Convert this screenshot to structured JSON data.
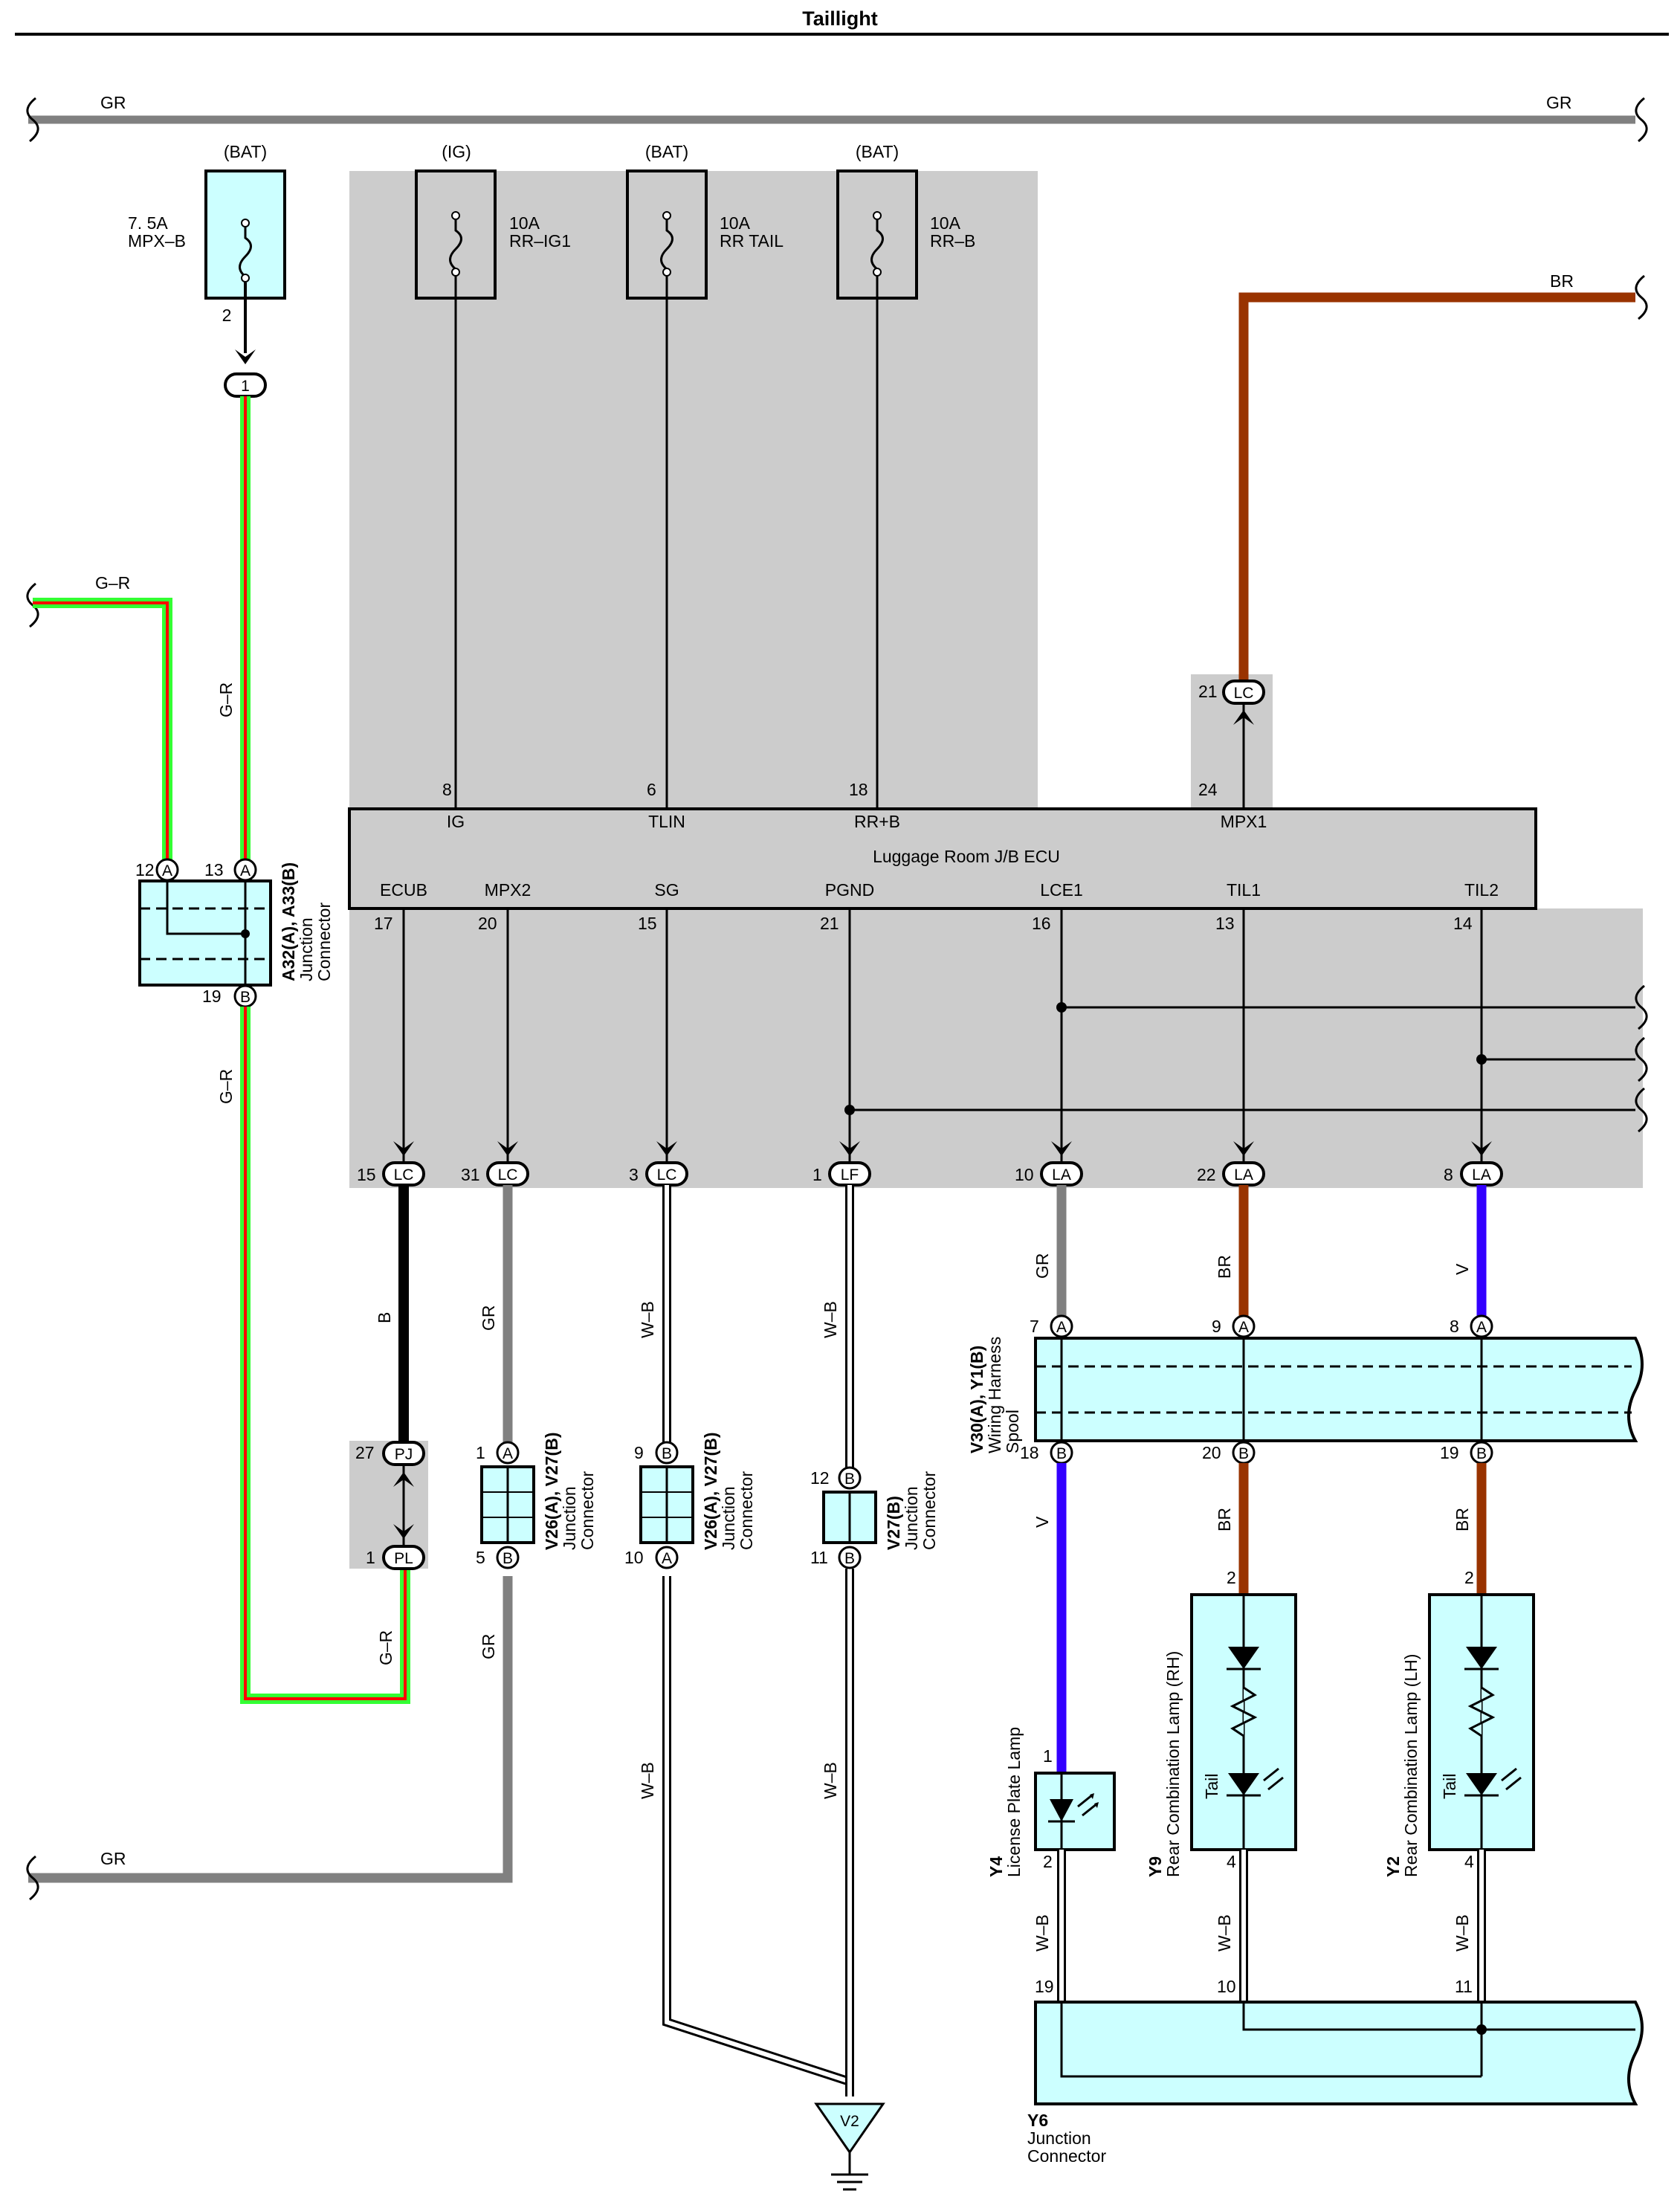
{
  "title": "Taillight",
  "wires": {
    "gr_top_left": "GR",
    "gr_top_right": "GR",
    "br_top": "BR",
    "gr_left_in": "G–R",
    "gr_v1": "G–R",
    "gr_v2": "G–R",
    "gr_v3": "G–R",
    "b": "B",
    "gr_ecu_mpx2": "GR",
    "gr_below_v26": "GR",
    "gr_bottom_left": "GR",
    "wb_sg1": "W–B",
    "wb_sg2": "W–B",
    "wb_pgnd1": "W–B",
    "wb_pgnd2": "W–B",
    "gr_la10": "GR",
    "br_la22": "BR",
    "v_la8": "V",
    "v_y4": "V",
    "br_y9": "BR",
    "br_y2": "BR",
    "wb_y4": "W–B",
    "wb_y9": "W–B",
    "wb_y2": "W–B"
  },
  "fuses": [
    {
      "source": "(BAT)",
      "rating": "7. 5A",
      "name": "MPX–B",
      "pin": "2"
    },
    {
      "source": "(IG)",
      "rating": "10A",
      "name": "RR–IG1"
    },
    {
      "source": "(BAT)",
      "rating": "10A",
      "name": "RR TAIL"
    },
    {
      "source": "(BAT)",
      "rating": "10A",
      "name": "RR–B"
    }
  ],
  "ecu": {
    "name": "Luggage Room J/B ECU",
    "top_pins": [
      {
        "num": "8",
        "name": "IG"
      },
      {
        "num": "6",
        "name": "TLIN"
      },
      {
        "num": "18",
        "name": "RR+B"
      },
      {
        "num": "24",
        "name": "MPX1"
      }
    ],
    "bottom_pins": [
      {
        "num": "17",
        "name": "ECUB"
      },
      {
        "num": "20",
        "name": "MPX2"
      },
      {
        "num": "15",
        "name": "SG"
      },
      {
        "num": "21",
        "name": "PGND"
      },
      {
        "num": "16",
        "name": "LCE1"
      },
      {
        "num": "13",
        "name": "TIL1"
      },
      {
        "num": "14",
        "name": "TIL2"
      }
    ]
  },
  "connectors": {
    "c1": {
      "code": "1"
    },
    "lc21": {
      "code": "LC",
      "pin": "21"
    },
    "lc15": {
      "code": "LC",
      "pin": "15"
    },
    "lc31": {
      "code": "LC",
      "pin": "31"
    },
    "lc3": {
      "code": "LC",
      "pin": "3"
    },
    "lf1": {
      "code": "LF",
      "pin": "1"
    },
    "la10": {
      "code": "LA",
      "pin": "10"
    },
    "la22": {
      "code": "LA",
      "pin": "22"
    },
    "la8": {
      "code": "LA",
      "pin": "8"
    },
    "pj27": {
      "code": "PJ",
      "pin": "27"
    },
    "pl1": {
      "code": "PL",
      "pin": "1"
    }
  },
  "junctions": {
    "a32": {
      "name": "A32(A), A33(B)",
      "desc1": "Junction",
      "desc2": "Connector",
      "pin_a12": "12",
      "pin_a13": "13",
      "pin_b19": "19",
      "a": "A",
      "b": "B"
    },
    "v26_1": {
      "name": "V26(A), V27(B)",
      "desc1": "Junction",
      "desc2": "Connector",
      "pin_top": "1",
      "pin_bot": "5",
      "top": "A",
      "bot": "B"
    },
    "v26_2": {
      "name": "V26(A), V27(B)",
      "desc1": "Junction",
      "desc2": "Connector",
      "pin_top": "9",
      "pin_bot": "10",
      "top": "B",
      "bot": "A"
    },
    "v27": {
      "name": "V27(B)",
      "desc1": "Junction",
      "desc2": "Connector",
      "pin_top": "12",
      "pin_bot": "11",
      "top": "B",
      "bot": "B"
    },
    "v30": {
      "name": "V30(A), Y1(B)",
      "desc1": "Wiring Harness",
      "desc2": "Spool",
      "top_pins": [
        "7",
        "9",
        "8"
      ],
      "top_codes": [
        "A",
        "A",
        "A"
      ],
      "bot_pins": [
        "18",
        "20",
        "19"
      ],
      "bot_codes": [
        "B",
        "B",
        "B"
      ]
    },
    "y6": {
      "name": "Y6",
      "desc1": "Junction",
      "desc2": "Connector",
      "pins": [
        "19",
        "10",
        "11"
      ]
    }
  },
  "lamps": {
    "y4": {
      "code": "Y4",
      "name": "License Plate Lamp",
      "pin_top": "1",
      "pin_bot": "2"
    },
    "y9": {
      "code": "Y9",
      "name": "Rear Combination Lamp (RH)",
      "sub": "Tail",
      "pin_top": "2",
      "pin_bot": "4"
    },
    "y2": {
      "code": "Y2",
      "name": "Rear Combination Lamp (LH)",
      "sub": "Tail",
      "pin_top": "2",
      "pin_bot": "4"
    }
  },
  "ground": {
    "code": "V2"
  },
  "colors": {
    "gray_zone": "#cccccc",
    "cyan": "#ccffff",
    "gr": "#808080",
    "br": "#993300",
    "v": "#3300ff",
    "g": "#33ff33",
    "r": "#ff0000"
  }
}
